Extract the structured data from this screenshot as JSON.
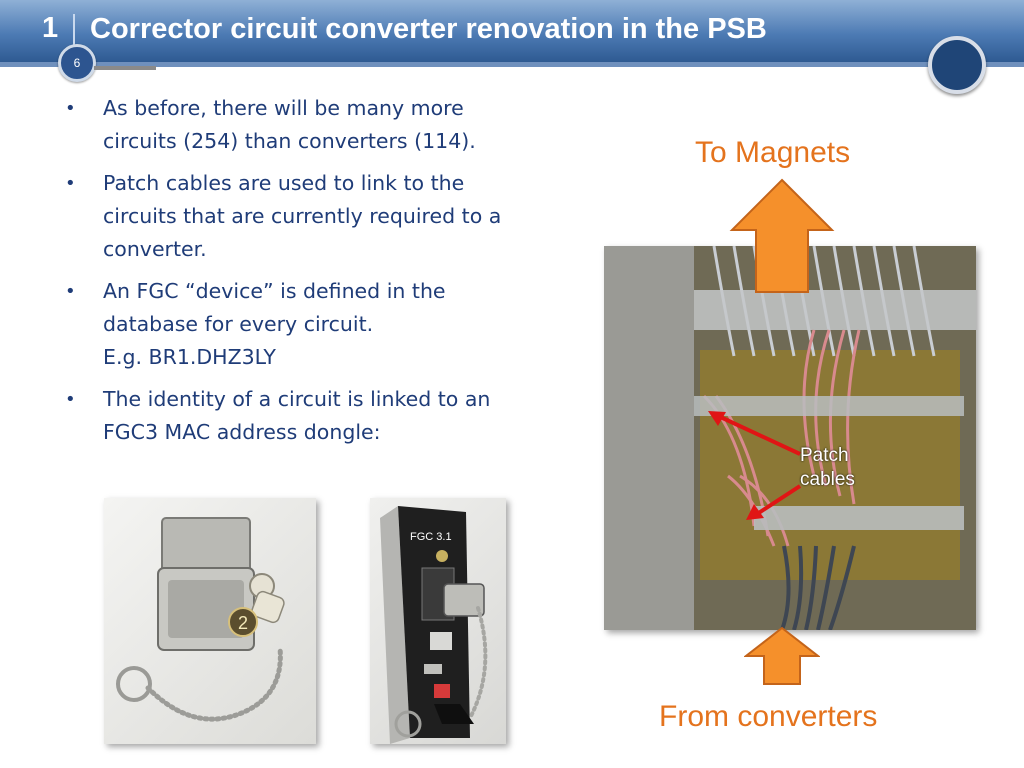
{
  "header": {
    "slide_number": "1",
    "title": "Corrector circuit converter renovation in the PSB",
    "page_badge": "6"
  },
  "bullets": [
    {
      "text": "As before, there will be many more circuits (254) than converters (114)."
    },
    {
      "text": "Patch cables are used to link to the circuits that are currently required to a converter."
    },
    {
      "text": "An FGC “device” is defined in the database for every circuit.",
      "example": "E.g. BR1.DHZ3LY"
    },
    {
      "text": "The identity of a circuit is linked to an FGC3 MAC address dongle:"
    }
  ],
  "photos": {
    "card_label": "FGC 3.1",
    "dongle_number": "2"
  },
  "diagram": {
    "to_label": "To Magnets",
    "from_label": "From converters",
    "patch_label_line1": "Patch",
    "patch_label_line2": "cables",
    "arrow_color": "#f5902b",
    "arrow_outline": "#c4641a",
    "pointer_color": "#e01515"
  }
}
